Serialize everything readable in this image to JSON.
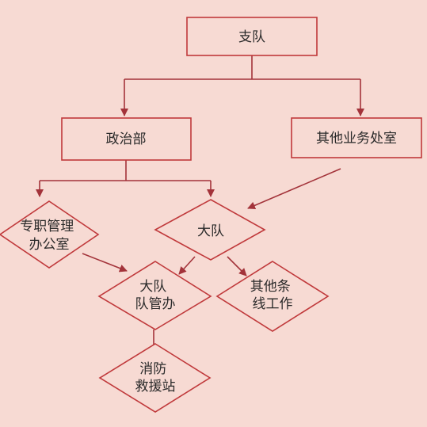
{
  "colors": {
    "background": "#f7dad3",
    "node_fill": "#f7dad3",
    "node_stroke": "#c0393b",
    "connector": "#a3333a",
    "text": "#2a2a2a"
  },
  "nodes": {
    "zhidui": {
      "lines": [
        "支队"
      ]
    },
    "zhengzhibu": {
      "lines": [
        "政治部"
      ]
    },
    "qita_yewu": {
      "lines": [
        "其他业务处室"
      ]
    },
    "zhuanzhi": {
      "lines": [
        "专职管理",
        "办公室"
      ]
    },
    "dadui": {
      "lines": [
        "大队"
      ]
    },
    "dadui_guanban": {
      "lines": [
        "大队",
        "队管办"
      ]
    },
    "qita_tiaoxian": {
      "lines": [
        "其他条",
        "线工作"
      ]
    },
    "xiaofang": {
      "lines": [
        "消防",
        "救援站"
      ]
    }
  }
}
